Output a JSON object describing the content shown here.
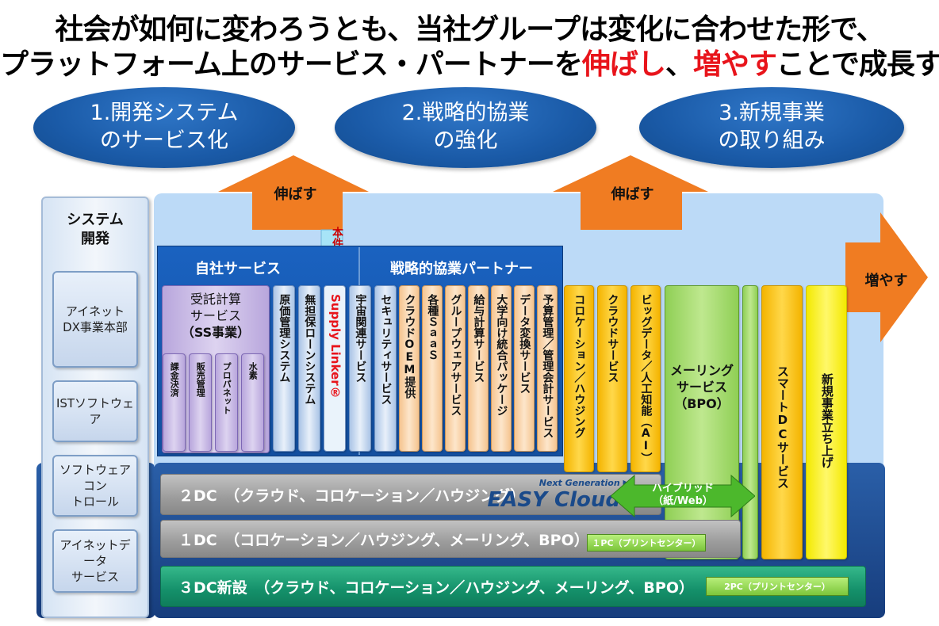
{
  "title": {
    "line1": "社会が如何に変わろうとも、当社グループは変化に合わせた形で、",
    "line2_part1": "プラットフォーム上のサービス・パートナーを",
    "line2_red1": "伸ばし",
    "line2_part2": "、",
    "line2_red2": "増やす",
    "line2_part3": "ことで成長する"
  },
  "ellipses": [
    {
      "line1": "1.開発システム",
      "line2": "のサービス化"
    },
    {
      "line1": "2.戦略的協業",
      "line2": "の強化"
    },
    {
      "line1": "3.新規事業",
      "line2": "の取り組み"
    }
  ],
  "arrows": {
    "nobasu1": "伸ばす",
    "nobasu2": "伸ばす",
    "fuyasu": "増やす"
  },
  "left_panel": {
    "title_line1": "システム",
    "title_line2": "開発",
    "boxes": [
      {
        "line1": "アイネット",
        "line2": "DX事業本部"
      },
      {
        "line1": "ISTソフトウェア",
        "line2": ""
      },
      {
        "line1": "ソフトウェアコン",
        "line2": "トロール"
      },
      {
        "line1": "アイネットデータ",
        "line2": "サービス"
      }
    ]
  },
  "headers": {
    "jisha": "自社サービス",
    "senryaku": "戦略的協業パートナー",
    "honken": "本件"
  },
  "ss_box": {
    "line1": "受託計算",
    "line2": "サービス",
    "line3": "（SS事業）",
    "cols": [
      "課金決済",
      "販売管理",
      "プロパネット",
      "水素"
    ]
  },
  "columns_blue": [
    "原価管理システム",
    "無担保ローンシステム",
    "Supply Linker®",
    "宇宙関連サービス",
    "セキュリティサービス"
  ],
  "columns_orange": [
    "クラウドOEM提供",
    "各種ＳａａＳ",
    "グループウェアサービス",
    "給与計算サービス",
    "大学向け統合パッケージ",
    "データ変換サービス",
    "予算管理／管理会計サービス"
  ],
  "columns_yellow": [
    "コロケーション／ハウジング",
    "クラウドサービス",
    "ビッグデータ／人工知能（AI）"
  ],
  "metering": {
    "line1": "メーリング",
    "line2": "サービス",
    "line3": "（BPO）"
  },
  "smart_dc": "スマートDCサービス",
  "shinki": "新規事業立ち上げ",
  "bars": {
    "dc2": "２DC　（クラウド、コロケーション／ハウジング）",
    "dc1": "１DC　（コロケーション／ハウジング、メーリング、BPO）",
    "dc3": "３DC新設　（クラウド、コロケーション／ハウジング、メーリング、BPO）"
  },
  "easy_cloud": {
    "next": "Next Generation",
    "name": "EASY Cloud",
    "reg": "®"
  },
  "hybrid": {
    "line1": "ハイブリッド",
    "line2": "（紙/Web）"
  },
  "pc1": "１PC（プリントセンター）",
  "pc2": "2PC（プリントセンター）",
  "colors": {
    "blue_dark": "#1a5aa7",
    "orange_arrow": "#f07c22",
    "red": "#e8141b",
    "green_dc": "#14906a"
  }
}
